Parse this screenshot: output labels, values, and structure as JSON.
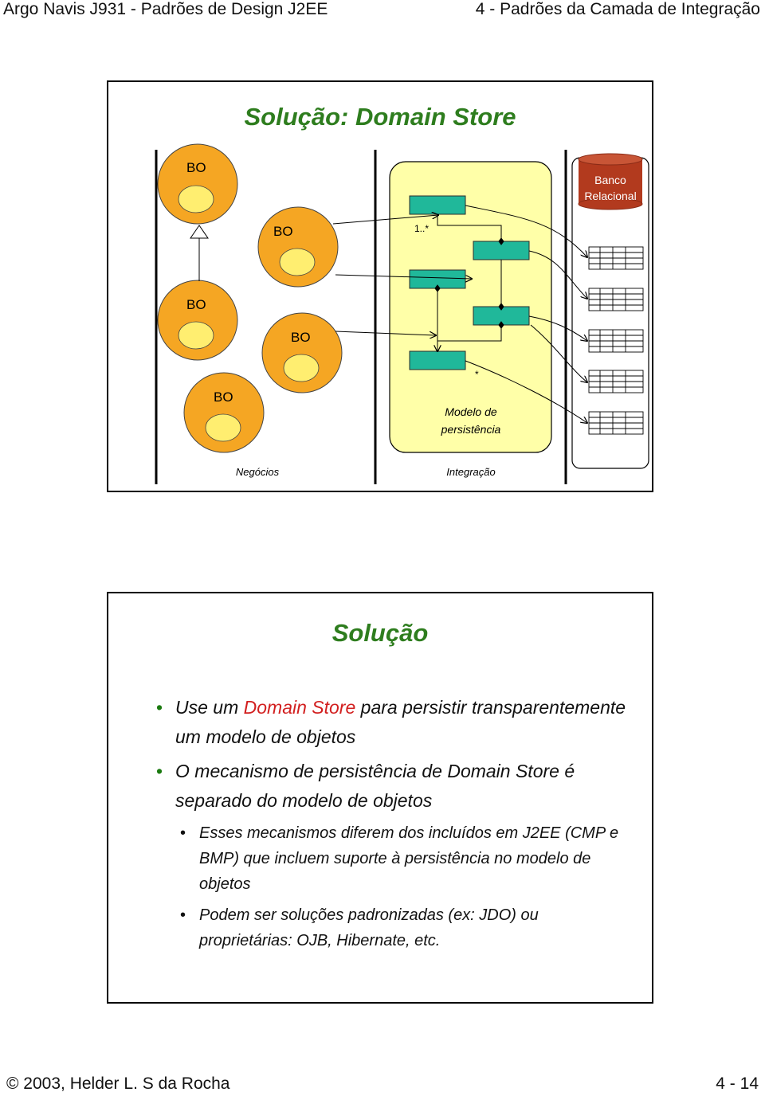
{
  "header": {
    "left": "Argo Navis J931 - Padrões de Design J2EE",
    "right": "4 - Padrões da Camada de Integração"
  },
  "slide1": {
    "title": "Solução: Domain Store",
    "bo_label": "BO",
    "db_label_1": "Banco",
    "db_label_2": "Relacional",
    "multiplicity_top": "1..*",
    "multiplicity_bottom": "*",
    "model_label_1": "Modelo de",
    "model_label_2": "persistência",
    "layer_business": "Negócios",
    "layer_integration": "Integração"
  },
  "slide2": {
    "title": "Solução",
    "bullet1_pre": "Use um ",
    "bullet1_red": "Domain Store",
    "bullet1_post": " para persistir transparentemente um modelo de objetos",
    "bullet2": "O mecanismo de persistência de Domain Store é separado do modelo de objetos",
    "sub1": "Esses mecanismos diferem dos incluídos em J2EE (CMP e BMP) que incluem suporte à persistência no modelo de objetos",
    "sub2": "Podem ser soluções padronizadas (ex: JDO) ou proprietárias: OJB, Hibernate, etc."
  },
  "footer": {
    "left": "© 2003, Helder L. S da Rocha",
    "right": "4 - 14"
  },
  "colors": {
    "title_green": "#2e7d1e",
    "bo_orange": "#f5a623",
    "bo_inner": "#ffee70",
    "persistence_yellow": "#ffffa8",
    "entity_teal": "#20b89a",
    "db_red": "#b23a1e",
    "highlight_red": "#d21f1f"
  }
}
